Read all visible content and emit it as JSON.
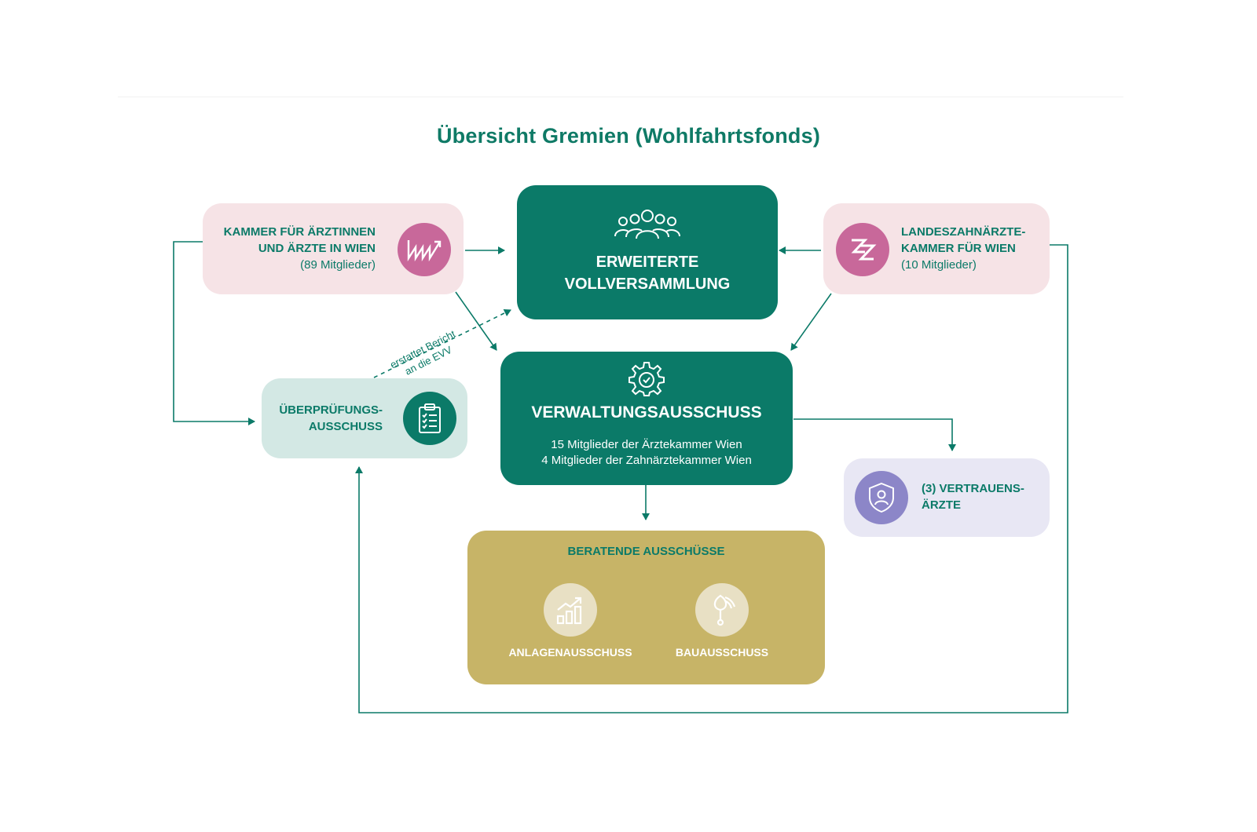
{
  "title": "Übersicht Gremien (Wohlfahrtsfonds)",
  "nodes": {
    "kammer_aerzte": {
      "line1": "KAMMER FÜR ÄRZTINNEN",
      "line2": "UND ÄRZTE IN WIEN",
      "sub": "(89 Mitglieder)",
      "icon": "aerztekammer-logo-icon"
    },
    "evv": {
      "line1": "ERWEITERTE",
      "line2": "VOLLVERSAMMLUNG",
      "icon": "group-icon"
    },
    "zahnaerzte": {
      "line1": "LANDESZAHNÄRZTE-",
      "line2": "KAMMER FÜR WIEN",
      "sub": "(10 Mitglieder)",
      "icon": "zahnaerztekammer-logo-icon"
    },
    "ueberpruefung": {
      "line1": "ÜBERPRÜFUNGS-",
      "line2": "AUSSCHUSS",
      "icon": "clipboard-icon"
    },
    "verwaltung": {
      "title": "VERWALTUNGSAUSSCHUSS",
      "line1": "15 Mitglieder der Ärztekammer Wien",
      "line2": "4 Mitglieder der Zahnärztekammer Wien",
      "icon": "gear-check-icon"
    },
    "vertrauen": {
      "line1": "(3) VERTRAUENS-",
      "line2": "ÄRZTE",
      "icon": "shield-person-icon"
    },
    "beratend": {
      "title": "BERATENDE AUSSCHÜSSE",
      "items": [
        {
          "label": "ANLAGENAUSSCHUSS",
          "icon": "bar-chart-up-icon"
        },
        {
          "label": "BAUAUSSCHUSS",
          "icon": "trowel-icon"
        }
      ]
    }
  },
  "edge_label": {
    "line1": "erstattet Bericht",
    "line2": "an die EVV"
  },
  "colors": {
    "teal": "#0b7a68",
    "pink_bg": "#f6e3e6",
    "pink_icon": "#c8689a",
    "mint_bg": "#d3e8e4",
    "lavender_bg": "#e8e7f4",
    "lavender_icon": "#8c86c8",
    "gold": "#c7b467"
  }
}
